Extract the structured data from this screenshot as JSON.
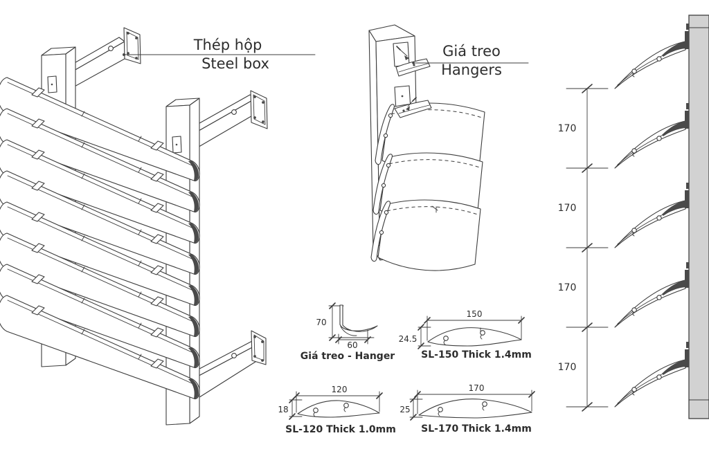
{
  "colors": {
    "background": "#ffffff",
    "line": "#3b3b3b",
    "text": "#2d2d2d",
    "post_fill": "#d2d2d2",
    "dark_fill": "#4a4a4a"
  },
  "labels": {
    "steel_box_vi": "Thép hộp",
    "steel_box_en": "Steel box",
    "hangers_vi": "Giá treo",
    "hangers_en": "Hangers"
  },
  "side_view": {
    "spacing": [
      "170",
      "170",
      "170",
      "170"
    ]
  },
  "profiles": {
    "hanger": {
      "name": "Giá treo -  Hanger",
      "height": "70",
      "width": "60"
    },
    "sl150": {
      "name": "SL-150 Thick 1.4mm",
      "width": "150",
      "height": "24.5"
    },
    "sl120": {
      "name": "SL-120 Thick 1.0mm",
      "width": "120",
      "height": "18"
    },
    "sl170": {
      "name": "SL-170 Thick 1.4mm",
      "width": "170",
      "height": "25"
    }
  }
}
